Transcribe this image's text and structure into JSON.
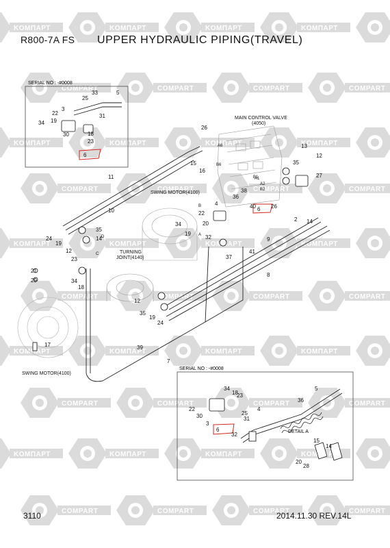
{
  "header": {
    "model": "R800-7A FS",
    "title": "UPPER HYDRAULIC PIPING(TRAVEL)"
  },
  "footer": {
    "page_number": "3110",
    "date_revision": "2014.11.30  REV.14L"
  },
  "watermark": {
    "brand_left": "KOMПАРТ",
    "brand_right": "COMPART",
    "color": "#cfcfcf"
  },
  "insets": {
    "top_serial": "SERIAL NO : -#0008",
    "bottom_serial": "SERIAL NO : -#0008",
    "detail": "DETAIL A"
  },
  "captions": {
    "main_control_valve": "MAIN CONTROL VALVE",
    "main_control_valve_code": "(4050)",
    "swing_motor_mid": "SWING MOTOR(4100)",
    "turning_joint": "TURNING",
    "turning_joint_code": "JOINT(4140)",
    "swing_motor_low": "SWING MOTOR(4100)"
  },
  "highlight_color": "#d9261c",
  "part_labels": {
    "t33": "33",
    "t5": "5",
    "t25": "25",
    "t3": "3",
    "t31": "31",
    "t22": "22",
    "t34": "34",
    "t19": "19",
    "t30": "30",
    "t18": "18",
    "t23": "23",
    "t6": "6",
    "m26": "26",
    "m15": "15",
    "m16": "16",
    "m11": "11",
    "m10": "10",
    "m35": "35",
    "m13": "13",
    "m12": "12",
    "m27": "27",
    "m38": "38",
    "m36": "36",
    "m40": "40",
    "m6": "6",
    "m26b": "26",
    "m4": "4",
    "m22": "22",
    "m20": "20",
    "m34": "34",
    "m19": "19",
    "m32": "32",
    "m37": "37",
    "m41": "41",
    "m9": "9",
    "m8": "8",
    "m2": "2",
    "m14": "14",
    "l24": "24",
    "l19": "19",
    "l35": "35",
    "l14": "14",
    "l12": "12",
    "l23": "23",
    "l34": "34",
    "l18": "18",
    "l21": "21",
    "l29": "29",
    "l17": "17",
    "l39": "39",
    "l7": "7",
    "l12b": "12",
    "l35b": "35",
    "l24b": "24",
    "l19b": "19",
    "b34": "34",
    "b18": "18",
    "b23": "23",
    "b5": "5",
    "b36": "36",
    "b25": "25",
    "b31": "31",
    "b30": "30",
    "b3": "3",
    "b4": "4",
    "b6": "6",
    "b32": "32",
    "b15": "15",
    "b14": "14",
    "b20": "20",
    "b28": "28",
    "b22": "22"
  },
  "port_letters": {
    "A": "A",
    "B": "B",
    "C": "C",
    "D": "D",
    "A1": "A1",
    "B1": "B1",
    "A2": "A2",
    "B2": "B2",
    "B6": "B6",
    "A6": "A6"
  }
}
